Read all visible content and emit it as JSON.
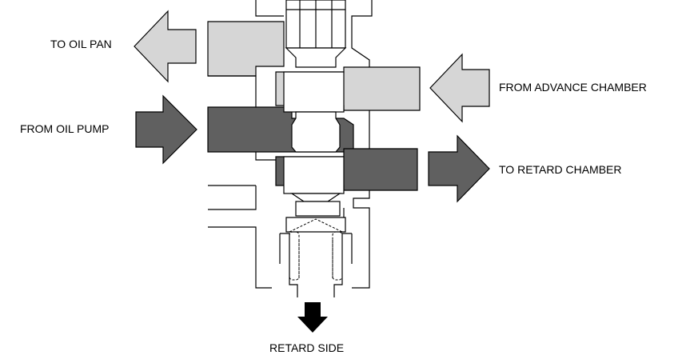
{
  "labels": {
    "to_oil_pan": "TO OIL PAN",
    "from_advance_chamber": "FROM ADVANCE CHAMBER",
    "from_oil_pump": "FROM OIL PUMP",
    "to_retard_chamber": "TO RETARD CHAMBER",
    "retard_side": "RETARD SIDE"
  },
  "colors": {
    "drain_light_gray": "#d6d6d6",
    "pressure_dark_gray": "#606060",
    "outline": "#000000",
    "background": "#ffffff",
    "motion_arrow": "#000000"
  }
}
